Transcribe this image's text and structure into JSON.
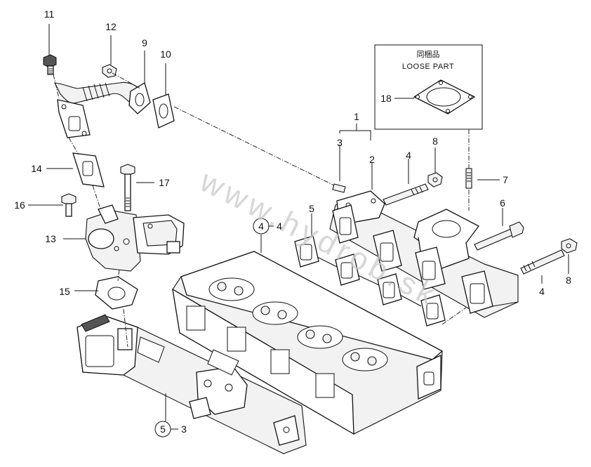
{
  "callouts": {
    "c1": "1",
    "c2": "2",
    "c3": "3",
    "c4a": "4",
    "c4b": "4",
    "c5": "5",
    "c6": "6",
    "c7": "7",
    "c8a": "8",
    "c8b": "8",
    "c9": "9",
    "c10": "10",
    "c11": "11",
    "c12": "12",
    "c13": "13",
    "c14": "14",
    "c15": "15",
    "c16": "16",
    "c17": "17",
    "c18": "18"
  },
  "refs": {
    "head_circle": "4",
    "head_suffix": "4",
    "intake_circle": "5",
    "intake_suffix": "3"
  },
  "loose_part": {
    "jp": "同梱品",
    "en": "LOOSE PART"
  },
  "watermark": "www.hydrob.sk"
}
